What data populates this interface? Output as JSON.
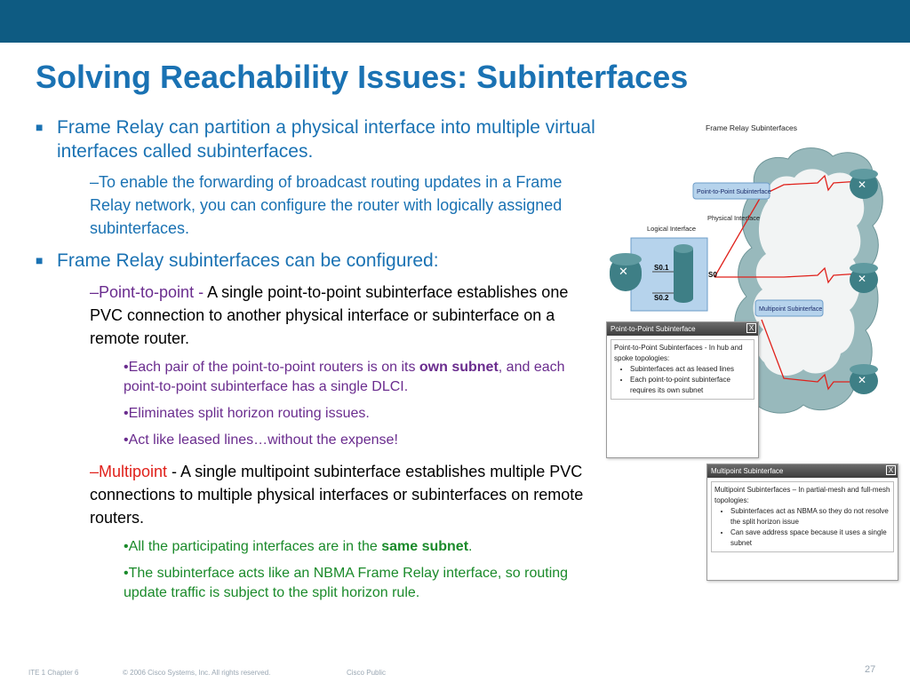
{
  "slide": {
    "title": "Solving Reachability Issues: Subinterfaces",
    "page_number": "27"
  },
  "content": {
    "bullet1": "Frame Relay can partition a physical interface into multiple virtual interfaces called subinterfaces.",
    "bullet1_sub": "–To enable the forwarding of broadcast routing updates in a Frame Relay network, you can configure the router with logically assigned subinterfaces.",
    "bullet2": "Frame Relay subinterfaces can be configured:",
    "p2p_label": "–Point-to-point - ",
    "p2p_desc": "A single point-to-point subinterface establishes one PVC connection to another physical interface or subinterface on a remote router.",
    "p2p_item1_pre": "•Each pair of the point-to-point routers is on its ",
    "p2p_item1_bold": "own subnet",
    "p2p_item1_post": ", and each point-to-point subinterface has a single DLCI.",
    "p2p_item2": "•Eliminates split horizon routing issues.",
    "p2p_item3": "•Act like leased lines…without the expense!",
    "mp_label": "–Multipoint",
    "mp_desc": " - A single multipoint subinterface establishes multiple PVC connections to multiple physical interfaces or subinterfaces on remote routers.",
    "mp_item1_pre": "•All the participating interfaces are in the ",
    "mp_item1_bold": "same subnet",
    "mp_item1_post": ".",
    "mp_item2": "•The subinterface acts like an NBMA Frame Relay interface, so routing update traffic is subject to the split horizon rule."
  },
  "figure": {
    "title": "Frame Relay Subinterfaces",
    "callout_p2p": "Point-to-Point Subinterface",
    "label_physical": "Physical Interface",
    "label_logical": "Logical Interface",
    "label_s01": "S0.1",
    "label_s02": "S0.2",
    "label_s0": "S0",
    "callout_mp": "Multipoint Subinterface"
  },
  "popup_p2p": {
    "title": "Point-to-Point Subinterface",
    "close": "X",
    "intro": "Point-to-Point Subinterfaces - In hub and spoke topologies:",
    "items": [
      "Subinterfaces act as leased lines",
      "Each point-to-point subinterface requires its own subnet"
    ]
  },
  "popup_mp": {
    "title": "Multipoint Subinterface",
    "close": "X",
    "intro": "Multipoint Subinterfaces – In partial-mesh and full-mesh topologies:",
    "items": [
      "Subinterfaces act as NBMA so they do not resolve the split horizon issue",
      "Can save address space because it uses a single subnet"
    ]
  },
  "footer": {
    "course": "ITE 1 Chapter 6",
    "copyright": "© 2006 Cisco Systems, Inc. All rights reserved.",
    "classification": "Cisco Public"
  },
  "colors": {
    "header_bar": "#0e5b82",
    "title": "#1a72b3",
    "accent_red": "#e0211b",
    "accent_green": "#1a8a2a",
    "accent_purple": "#6a2c8e",
    "router": "#3e7f86",
    "cloud": "#98b9bc"
  }
}
